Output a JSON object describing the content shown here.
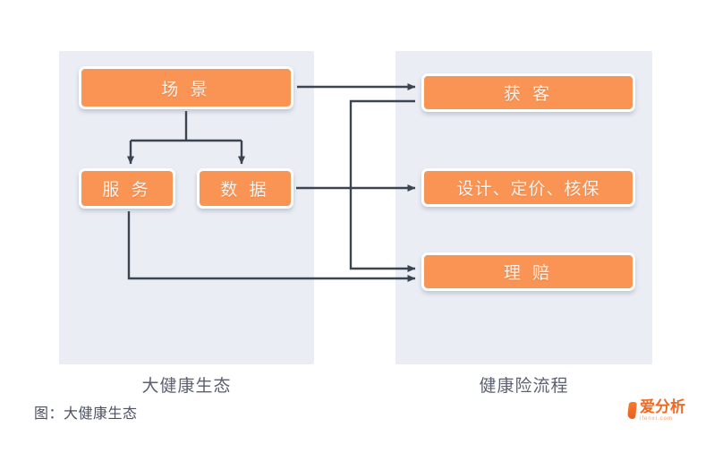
{
  "diagram": {
    "caption": "图：大健康生态",
    "panels": [
      {
        "id": "ecosystem",
        "label": "大健康生态",
        "nodes": [
          {
            "id": "changjing",
            "label": "场 景"
          },
          {
            "id": "fuwu",
            "label": "服 务"
          },
          {
            "id": "shuju",
            "label": "数 据"
          }
        ]
      },
      {
        "id": "insurance-process",
        "label": "健康险流程",
        "nodes": [
          {
            "id": "huoke",
            "label": "获 客"
          },
          {
            "id": "sheji",
            "label": "设计、定价、核保"
          },
          {
            "id": "lipei",
            "label": "理 赔"
          }
        ]
      }
    ],
    "edges": [
      {
        "from": "changjing",
        "to": "huoke"
      },
      {
        "from": "changjing",
        "to": "fuwu"
      },
      {
        "from": "changjing",
        "to": "shuju"
      },
      {
        "from": "changjing",
        "to": "lipei"
      },
      {
        "from": "shuju",
        "to": "sheji"
      },
      {
        "from": "fuwu",
        "to": "lipei"
      }
    ],
    "colors": {
      "node_fill": "#fa9454",
      "node_text": "#fdf3ec",
      "panel_bg": "#eaedf4",
      "connector": "#3c4450",
      "label_text": "#5b6170",
      "page_bg": "#ffffff",
      "brand_orange": "#ee6a22"
    }
  },
  "logo": {
    "name": "爱分析",
    "domain": "ifenxi.com"
  }
}
